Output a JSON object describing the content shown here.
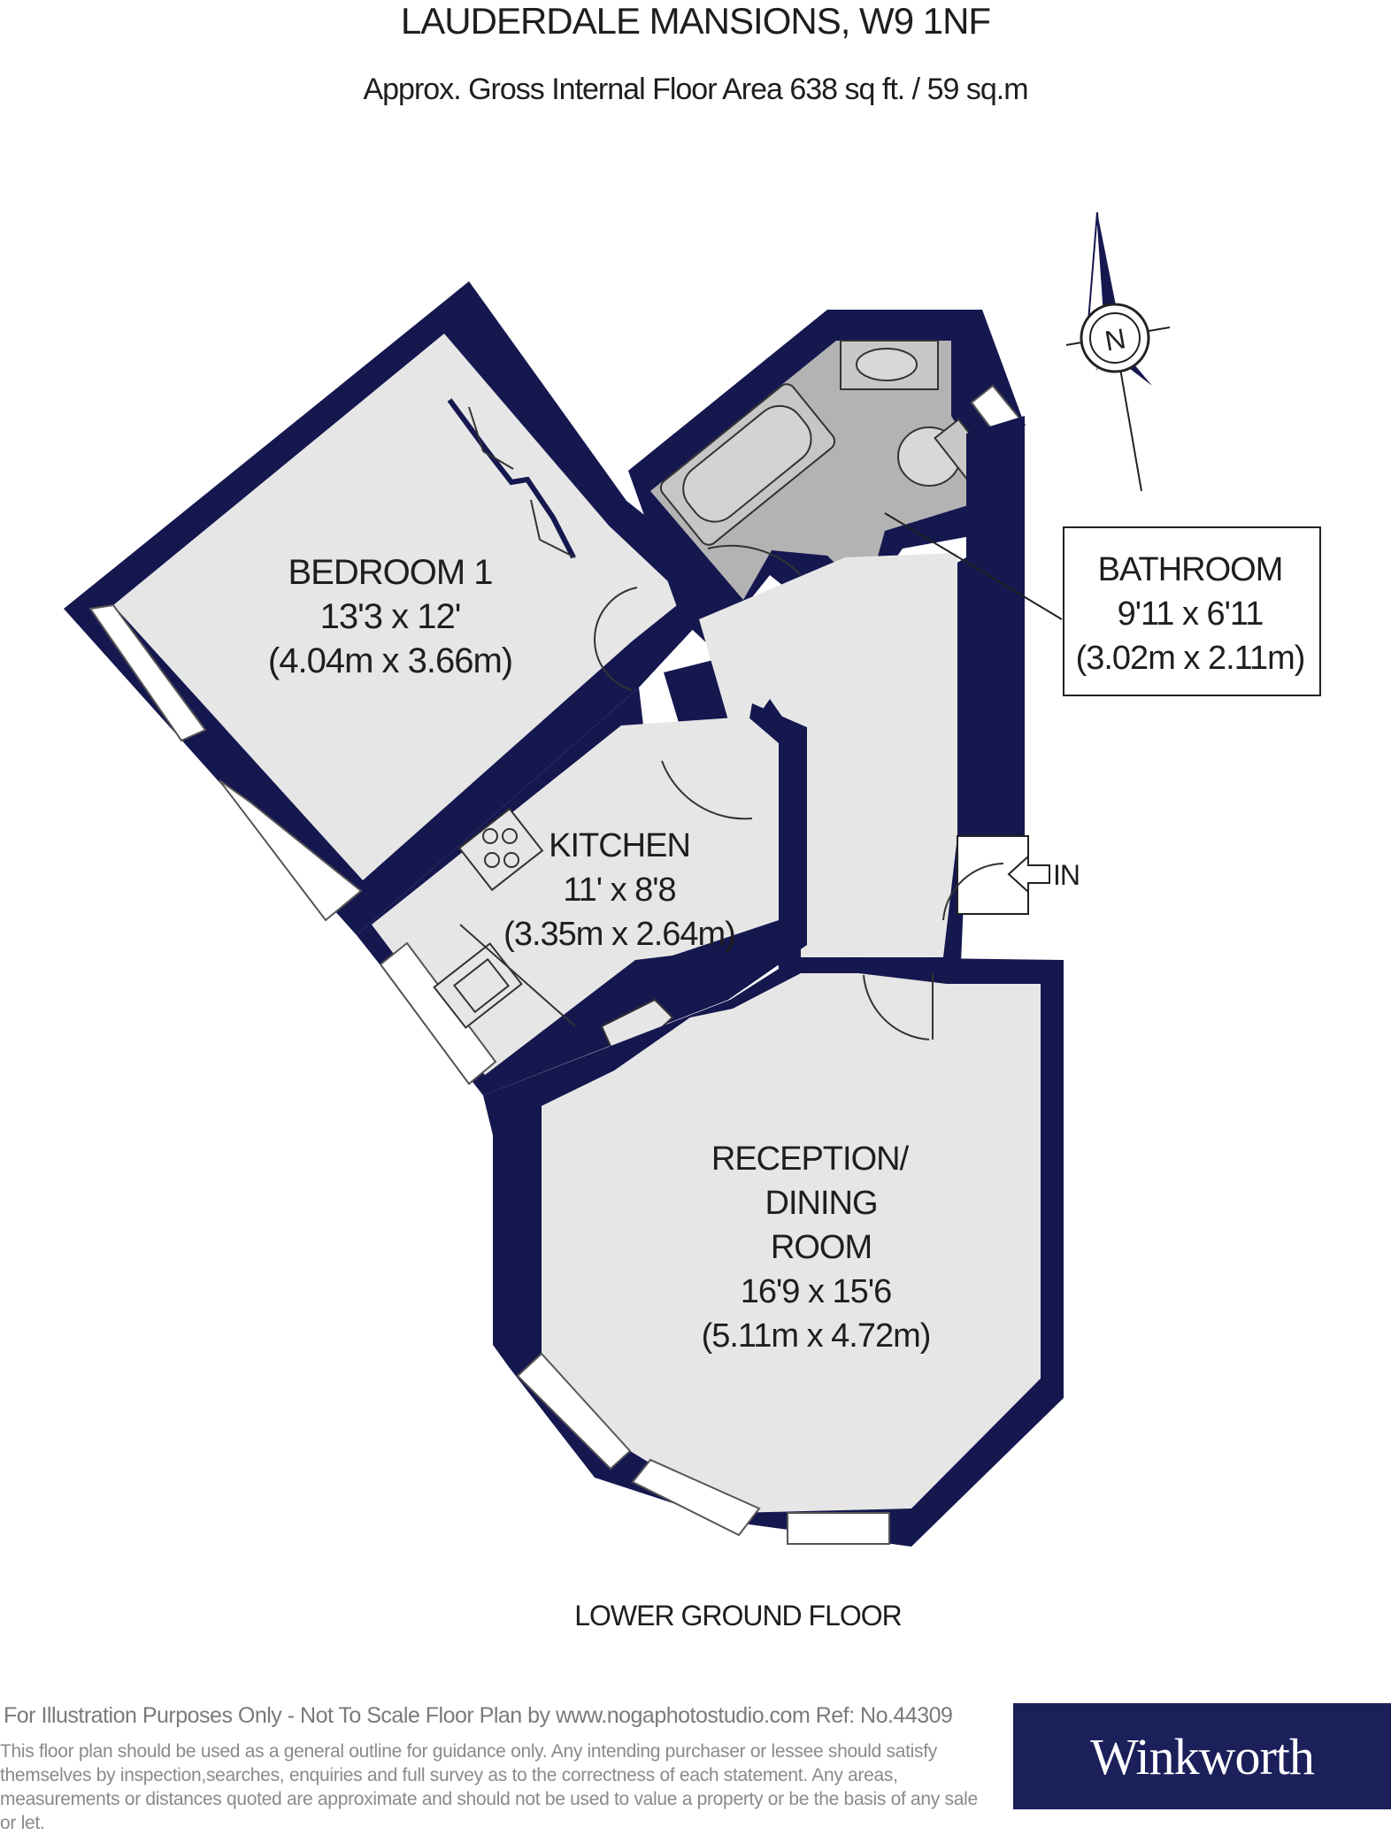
{
  "header": {
    "title": "LAUDERDALE MANSIONS, W9 1NF",
    "area": "Approx. Gross Internal Floor Area  638 sq ft. / 59 sq.m"
  },
  "rooms": {
    "bedroom": {
      "name": "BEDROOM 1",
      "imperial": "13'3 x 12'",
      "metric": "(4.04m x 3.66m)"
    },
    "bathroom": {
      "name": "BATHROOM",
      "imperial": "9'11 x 6'11",
      "metric": "(3.02m x 2.11m)"
    },
    "kitchen": {
      "name": "KITCHEN",
      "imperial": "11' x 8'8",
      "metric": "(3.35m x 2.64m)"
    },
    "reception": {
      "name_line1": "RECEPTION/",
      "name_line2": "DINING",
      "name_line3": "ROOM",
      "imperial": "16'9 x 15'6",
      "metric": "(5.11m x 4.72m)"
    }
  },
  "entrance_label": "IN",
  "compass_label": "N",
  "floor_label": "LOWER GROUND FLOOR",
  "footer": {
    "info": "For Illustration Purposes Only - Not To Scale   Floor Plan by www.nogaphotostudio.com   Ref: No.44309",
    "disclaimer": "This floor plan should be used as a general outline for guidance only. Any intending purchaser or lessee should satisfy themselves by inspection,searches, enquiries and full survey as to the correctness of each statement. Any areas, measurements or distances quoted are approximate and should not be used to value a property or be the basis of any sale or let."
  },
  "brand": "Winkworth",
  "colors": {
    "wall": "#15174f",
    "floor": "#e6e6e6",
    "bathroom_floor": "#b3b3b3",
    "brand_bg": "#1b1f5a"
  }
}
